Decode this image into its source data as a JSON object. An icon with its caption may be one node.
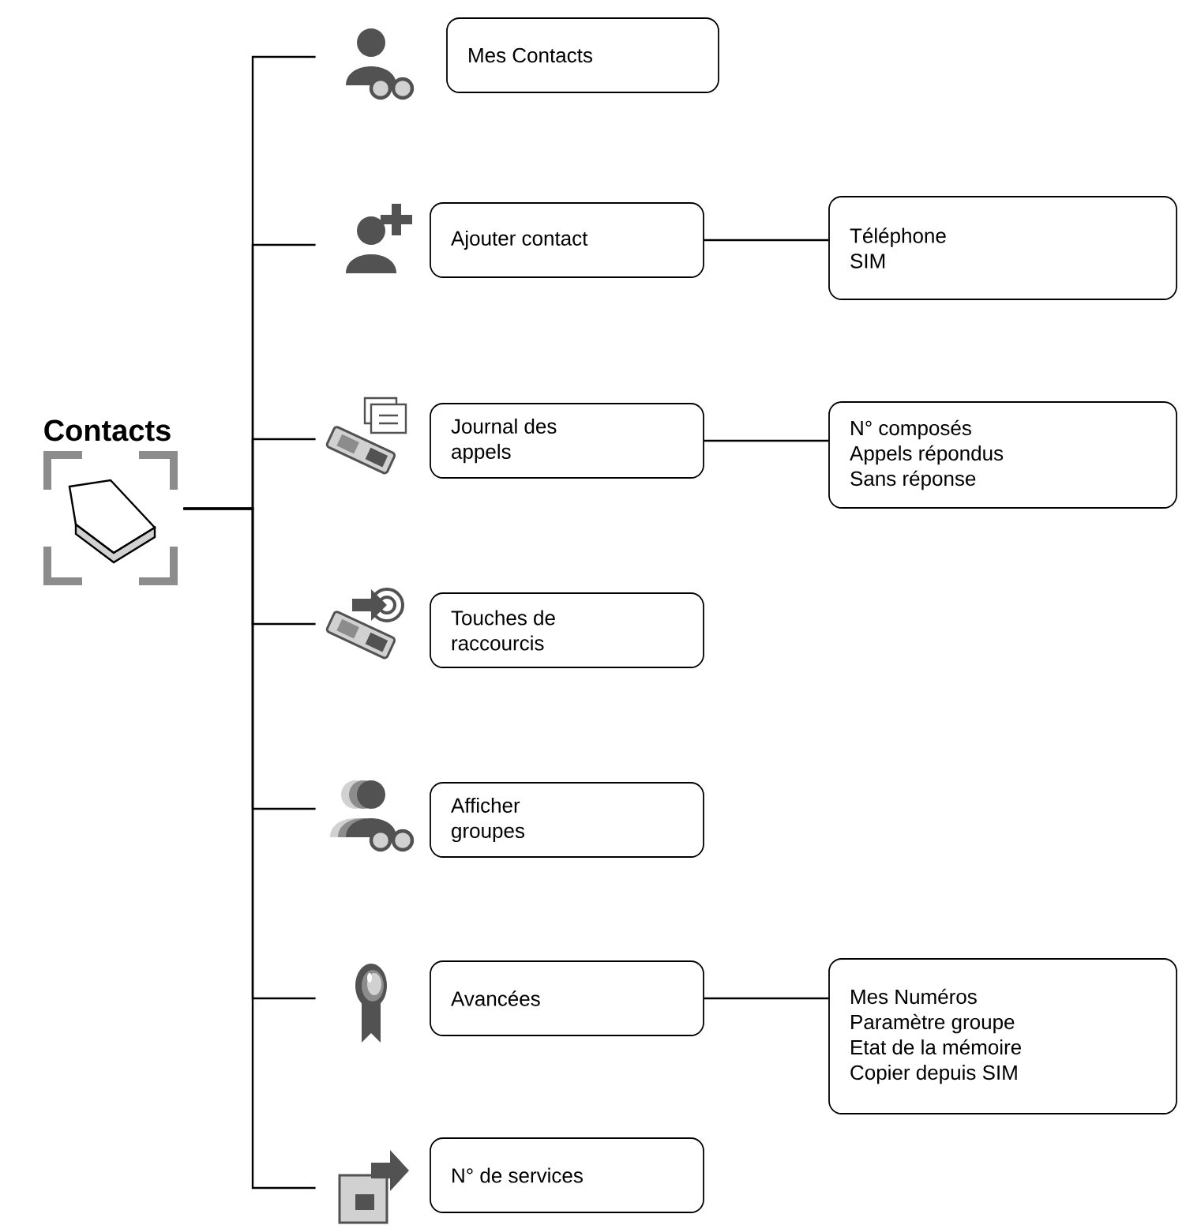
{
  "diagram": {
    "nodes": [
      {
        "text": [
          "Contacts"
        ]
      },
      {
        "text": [],
        "shape": "picture"
      },
      {
        "text": [
          "Mes Contacts"
        ]
      },
      {
        "text": [],
        "shape": "picture"
      },
      {
        "text": [
          "Ajouter contact"
        ]
      },
      {
        "text": [
          "Téléphone",
          "SIM"
        ]
      },
      {
        "text": [],
        "shape": "picture"
      },
      {
        "text": [
          "Journal des appels"
        ]
      },
      {
        "text": [
          "N° composés",
          "Appels répondus",
          "Sans réponse"
        ]
      },
      {
        "text": [],
        "shape": "picture"
      },
      {
        "text": [
          "Touches de raccourcis"
        ]
      },
      {
        "text": [],
        "shape": "picture"
      },
      {
        "text": [
          "Afficher groupes"
        ]
      },
      {
        "text": [],
        "shape": "picture"
      },
      {
        "text": [
          "Avancées"
        ]
      },
      {
        "text": [
          "Mes Numéros",
          "Paramètre groupe",
          "Etat de la mémoire",
          "Copier depuis SIM"
        ]
      },
      {
        "text": [],
        "shape": "picture"
      },
      {
        "text": [
          "N° de services"
        ]
      }
    ],
    "edges": [
      {
        "from": 0,
        "to": 1,
        "arrow": "none"
      },
      {
        "from": 0,
        "to": 3,
        "arrow": "none"
      },
      {
        "from": 0,
        "to": 6,
        "arrow": "none"
      },
      {
        "from": 0,
        "to": 9,
        "arrow": "none"
      },
      {
        "from": 0,
        "to": 11,
        "arrow": "none"
      },
      {
        "from": 0,
        "to": 13,
        "arrow": "none"
      },
      {
        "from": 0,
        "to": 16,
        "arrow": "none"
      },
      {
        "from": 4,
        "to": 5,
        "arrow": "none"
      },
      {
        "from": 7,
        "to": 8,
        "arrow": "none"
      },
      {
        "from": 14,
        "to": 15,
        "arrow": "none"
      }
    ]
  }
}
